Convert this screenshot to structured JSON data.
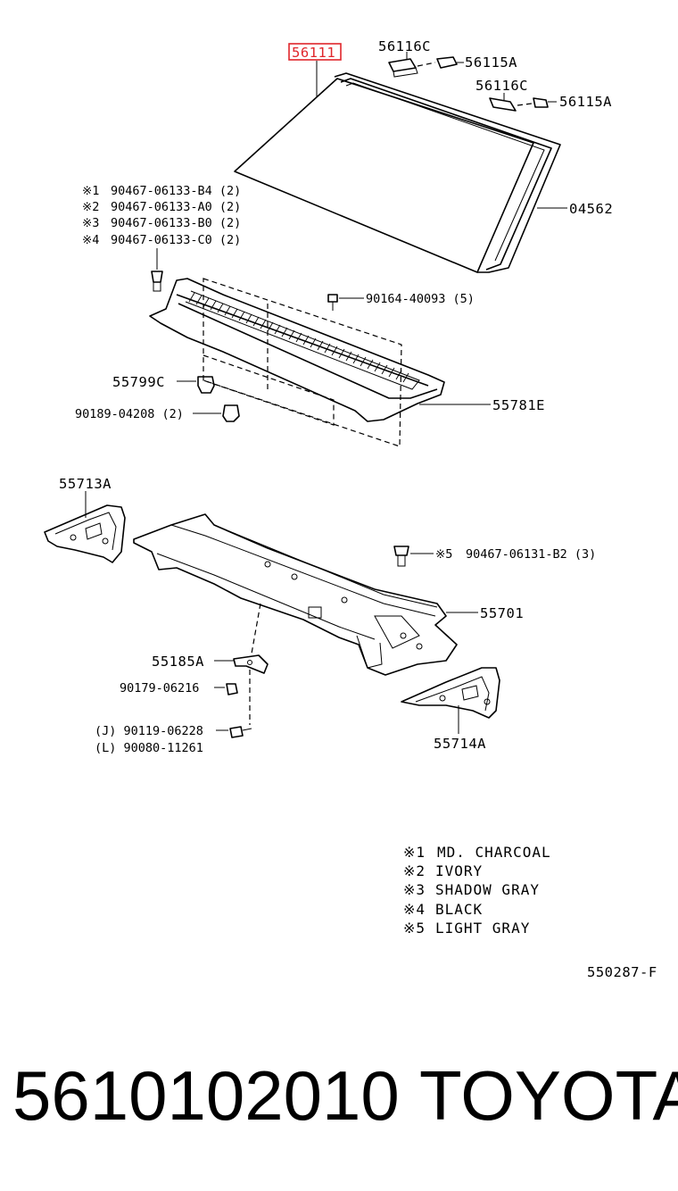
{
  "highlight_color": "#e0262b",
  "labels": {
    "windshield": "56111",
    "mirror_base_1": "56116C",
    "mirror_clip_1": "56115A",
    "mirror_base_2": "56116C",
    "mirror_clip_2": "56115A",
    "moulding": "04562",
    "cowl_grille": "55781E",
    "clip_55799c": "55799C",
    "bolt_90189": "90189-04208 (2)",
    "bolt_90164": "90164-40093 (5)",
    "bracket_left": "55713A",
    "cowl_panel": "55701",
    "bracket_right": "55714A",
    "bracket_55185a": "55185A",
    "nut_90179": "90179-06216",
    "bolt_j": "(J) 90119-06228",
    "bolt_l": "(L) 90080-11261"
  },
  "clip_variants": [
    {
      "mark": "※1",
      "code": "90467-06133-B4 (2)"
    },
    {
      "mark": "※2",
      "code": "90467-06133-A0 (2)"
    },
    {
      "mark": "※3",
      "code": "90467-06133-B0 (2)"
    },
    {
      "mark": "※4",
      "code": "90467-06133-C0 (2)"
    }
  ],
  "clip_5": {
    "mark": "※5",
    "code": "90467-06131-B2 (3)"
  },
  "legend": [
    {
      "mark": "※1",
      "text": "MD. CHARCOAL"
    },
    {
      "mark": "※2",
      "text": "IVORY"
    },
    {
      "mark": "※3",
      "text": "SHADOW GRAY"
    },
    {
      "mark": "※4",
      "text": "BLACK"
    },
    {
      "mark": "※5",
      "text": "LIGHT GRAY"
    }
  ],
  "diagram_id": "550287-F",
  "footer": {
    "part_number": "5610102010",
    "brand": "TOYOTA"
  }
}
